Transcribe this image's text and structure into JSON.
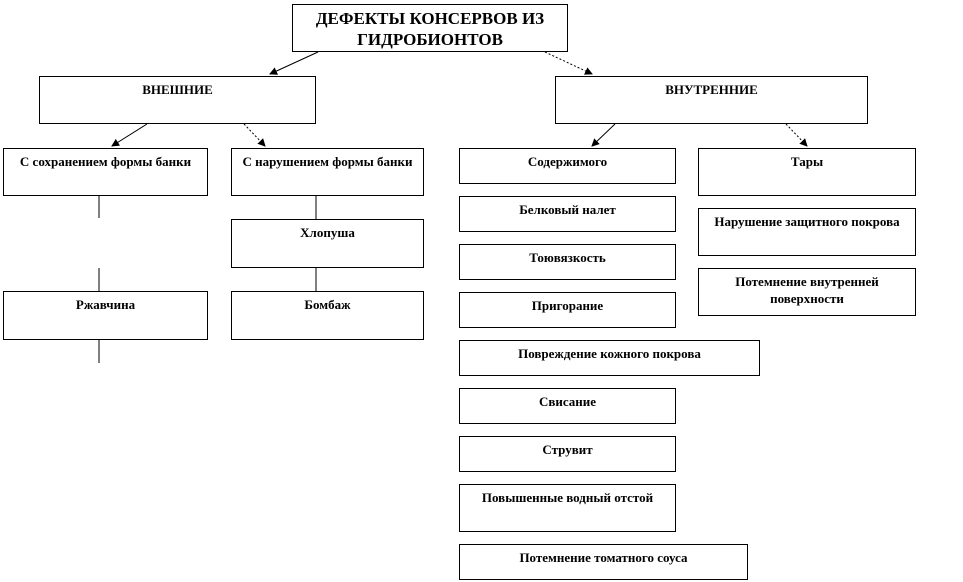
{
  "diagram": {
    "title": "ДЕФЕКТЫ КОНСЕРВОВ ИЗ ГИДРОБИОНТОВ",
    "external": {
      "label": "ВНЕШНИЕ",
      "keep_shape": {
        "label": "С сохранением формы банки",
        "items": [
          "Ржавчина"
        ]
      },
      "broken_shape": {
        "label": "С нарушением формы банки",
        "items": [
          "Хлопуша",
          "Бомбаж"
        ]
      }
    },
    "internal": {
      "label": "ВНУТРЕННИЕ",
      "contents": {
        "label": "Содержимого",
        "items": [
          "Белковый налет",
          "Тоювязкость",
          "Пригорание",
          "Повреждение кожного покрова",
          "Свисание",
          "Струвит",
          "Повышенные водный отстой",
          "Потемнение томатного соуса"
        ]
      },
      "container": {
        "label": "Тары",
        "items": [
          "Нарушение защитного покрова",
          "Потемнение внутренней поверхности"
        ]
      }
    }
  }
}
